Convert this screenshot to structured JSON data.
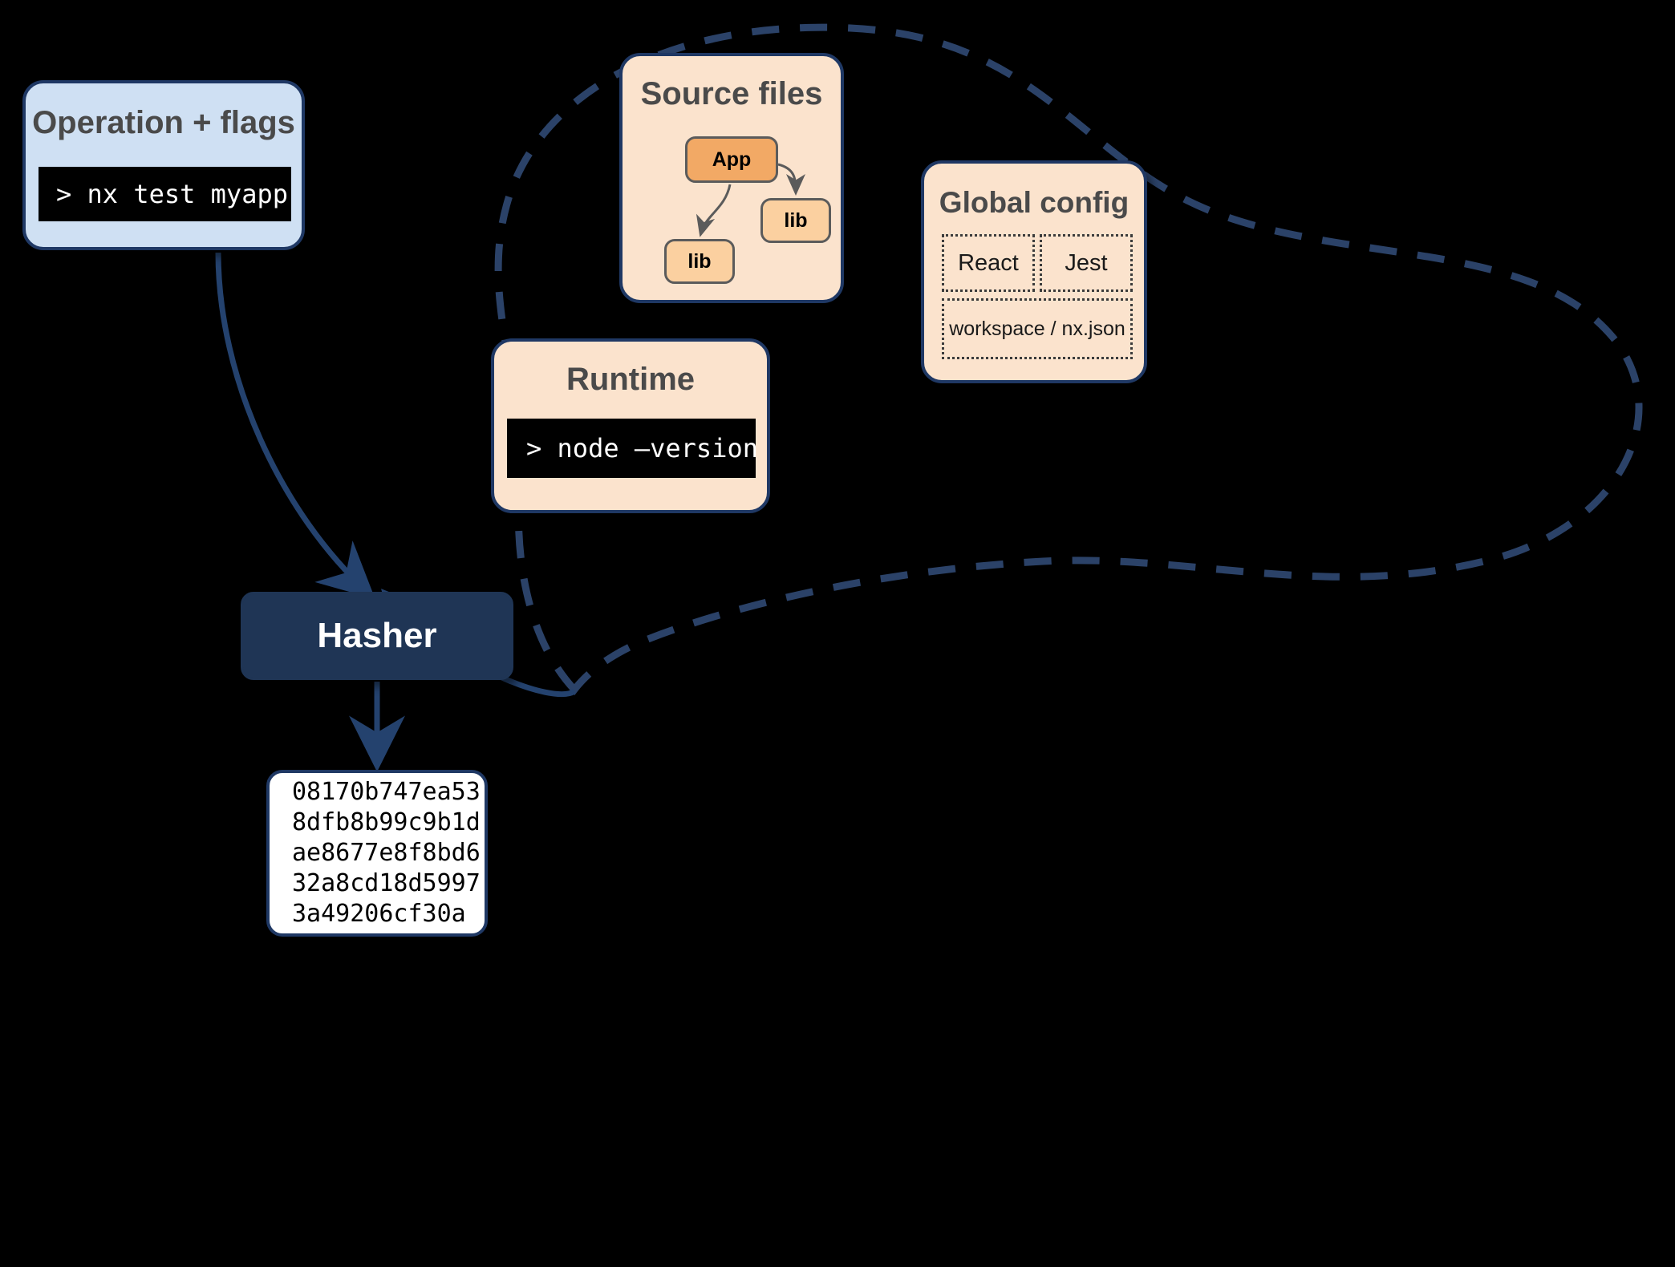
{
  "diagram": {
    "title": "Nx Hasher inputs diagram",
    "colors": {
      "operation_box_bg": "#cfe0f3",
      "peach_box_bg": "#fbe3cd",
      "app_node_bg": "#f2a965",
      "lib_node_bg": "#fbd0a0",
      "hasher_bg": "#1f3555",
      "border_navy": "#1f3864",
      "edge_navy": "#24426e",
      "terminal_bg": "#000000",
      "terminal_text": "#ffffff",
      "title_text": "#4a4a4a"
    }
  },
  "operation": {
    "title": "Operation + flags",
    "command": "> nx test myapp"
  },
  "source_files": {
    "title": "Source files",
    "nodes": [
      {
        "id": "app",
        "label": "App"
      },
      {
        "id": "lib_right",
        "label": "lib"
      },
      {
        "id": "lib_left",
        "label": "lib"
      }
    ],
    "edges": [
      {
        "from": "App",
        "to": "lib (right)"
      },
      {
        "from": "App",
        "to": "lib (left)"
      }
    ]
  },
  "global_config": {
    "title": "Global config",
    "cells": [
      {
        "id": "react",
        "label": "React"
      },
      {
        "id": "jest",
        "label": "Jest"
      },
      {
        "id": "workspace",
        "label": "workspace / nx.json"
      }
    ]
  },
  "runtime": {
    "title": "Runtime",
    "command": "> node –version"
  },
  "hasher": {
    "label": "Hasher"
  },
  "hash_output": {
    "lines": [
      "08170b747ea53",
      "8dfb8b99c9b1d",
      "ae8677e8f8bd6",
      "32a8cd18d5997",
      "3a49206cf30a"
    ]
  }
}
